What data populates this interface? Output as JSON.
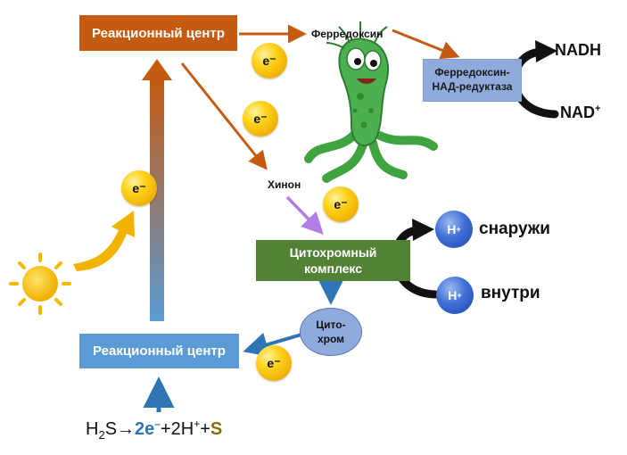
{
  "boxes": {
    "reaction_center_top": "Реакционный центр",
    "reaction_center_bottom": "Реакционный центр",
    "ferredoxin_nad_reductase_line1": "Ферредоксин-",
    "ferredoxin_nad_reductase_line2": "НАД-редуктаза",
    "cytochrome_complex_line1": "Цитохромный",
    "cytochrome_complex_line2": "комплекс",
    "cytochrome_line1": "Цито-",
    "cytochrome_line2": "хром"
  },
  "labels": {
    "ferredoxin": "Ферредоксин",
    "quinone": "Хинон",
    "nadh": "NADH",
    "nad": "NAD",
    "nad_charge": "+",
    "outside": "снаружи",
    "inside": "внутри"
  },
  "particles": {
    "electron": "e⁻",
    "proton": "H",
    "proton_charge": "+"
  },
  "equation": {
    "h": "H",
    "sub2": "2",
    "s_arrow": "S→",
    "two_e": "2e",
    "e_charge": "–",
    "plus_2h": "+2H",
    "h_charge": "+",
    "plus": "+",
    "s": "S"
  },
  "colors": {
    "reaction_center_top": "#c55a11",
    "reaction_center_bottom": "#5b9bd5",
    "cytochrome_complex": "#548235",
    "reductase": "#8faadc",
    "electron": "#ffc000",
    "proton": "#3f6fd6",
    "sun": "#ffc000",
    "bacterium": "#4caf50"
  }
}
